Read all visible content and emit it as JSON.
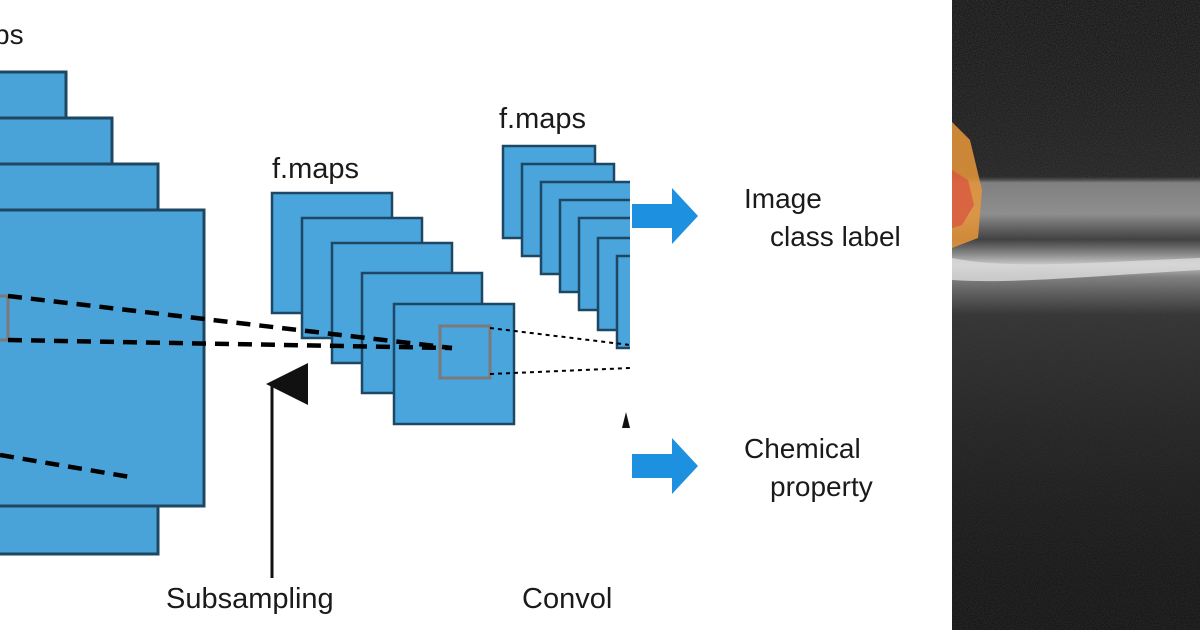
{
  "diagram": {
    "fmaps_label_cut": "ps",
    "fmaps_label_2": "f.maps",
    "fmaps_label_3": "f.maps",
    "subsampling_label": "Subsampling",
    "convolution_label_cut": "Convol"
  },
  "outputs": {
    "image_class_line1": "Image",
    "image_class_line2": "class label",
    "chemical_line1": "Chemical",
    "chemical_line2": "property"
  },
  "colors": {
    "feature_map": "#49a5dc",
    "feature_map_border": "#1e4763",
    "output_arrow": "#1e90e0",
    "oct_background": "#0a0a0a",
    "oct_overlay": "#e8963a"
  },
  "icons": {
    "output_arrow": "right-arrow-icon",
    "subsampling_arrow": "up-arrow-icon"
  }
}
